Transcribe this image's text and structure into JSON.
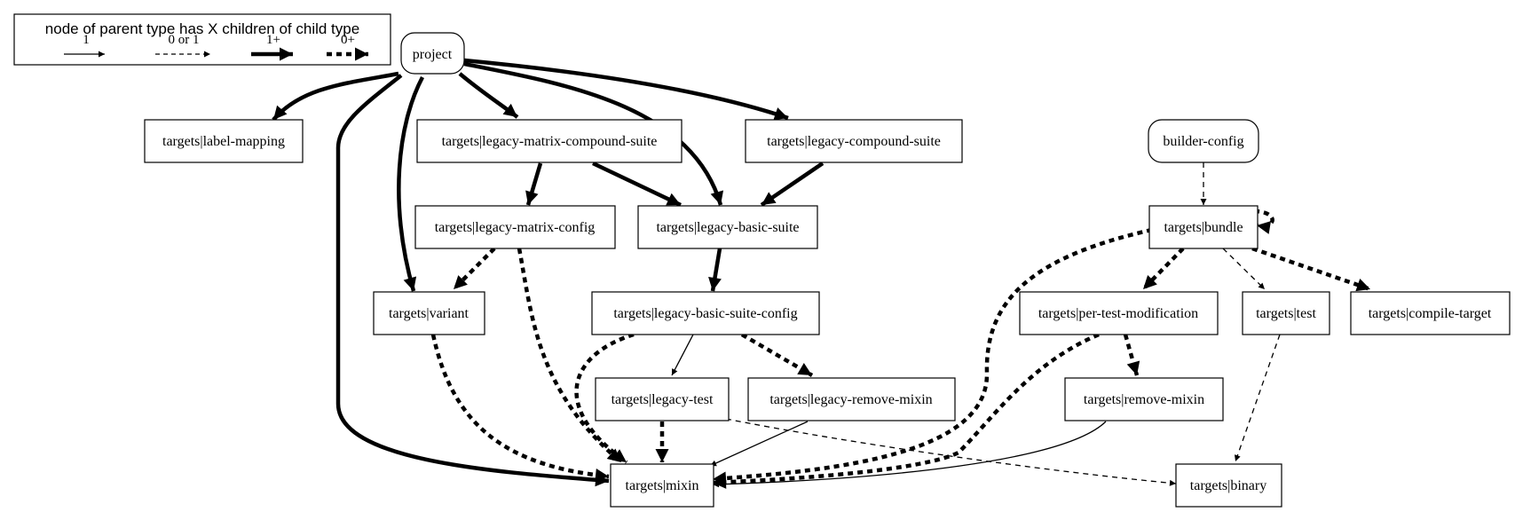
{
  "legend": {
    "title": "node of parent type has X children of child type",
    "items": [
      {
        "label": "1",
        "style": "thin"
      },
      {
        "label": "0 or 1",
        "style": "dashed"
      },
      {
        "label": "1+",
        "style": "bold"
      },
      {
        "label": "0+",
        "style": "bold-dashed"
      }
    ]
  },
  "nodes": [
    {
      "id": "project",
      "label": "project",
      "rounded": true
    },
    {
      "id": "label_mapping",
      "label": "targets|label-mapping"
    },
    {
      "id": "legacy_matrix_compound_suite",
      "label": "targets|legacy-matrix-compound-suite"
    },
    {
      "id": "legacy_compound_suite",
      "label": "targets|legacy-compound-suite"
    },
    {
      "id": "builder_config",
      "label": "builder-config",
      "rounded": true
    },
    {
      "id": "legacy_matrix_config",
      "label": "targets|legacy-matrix-config"
    },
    {
      "id": "legacy_basic_suite",
      "label": "targets|legacy-basic-suite"
    },
    {
      "id": "bundle",
      "label": "targets|bundle"
    },
    {
      "id": "variant",
      "label": "targets|variant"
    },
    {
      "id": "legacy_basic_suite_config",
      "label": "targets|legacy-basic-suite-config"
    },
    {
      "id": "per_test_modification",
      "label": "targets|per-test-modification"
    },
    {
      "id": "test",
      "label": "targets|test"
    },
    {
      "id": "compile_target",
      "label": "targets|compile-target"
    },
    {
      "id": "legacy_test",
      "label": "targets|legacy-test"
    },
    {
      "id": "legacy_remove_mixin",
      "label": "targets|legacy-remove-mixin"
    },
    {
      "id": "remove_mixin",
      "label": "targets|remove-mixin"
    },
    {
      "id": "mixin",
      "label": "targets|mixin"
    },
    {
      "id": "binary",
      "label": "targets|binary"
    }
  ],
  "edges": [
    {
      "from": "project",
      "to": "label_mapping",
      "style": "bold"
    },
    {
      "from": "project",
      "to": "legacy_matrix_compound_suite",
      "style": "bold"
    },
    {
      "from": "project",
      "to": "legacy_compound_suite",
      "style": "bold"
    },
    {
      "from": "project",
      "to": "legacy_basic_suite",
      "style": "bold"
    },
    {
      "from": "project",
      "to": "variant",
      "style": "bold"
    },
    {
      "from": "project",
      "to": "mixin",
      "style": "bold"
    },
    {
      "from": "legacy_matrix_compound_suite",
      "to": "legacy_matrix_config",
      "style": "bold"
    },
    {
      "from": "legacy_matrix_compound_suite",
      "to": "legacy_basic_suite",
      "style": "bold"
    },
    {
      "from": "legacy_compound_suite",
      "to": "legacy_basic_suite",
      "style": "bold"
    },
    {
      "from": "legacy_matrix_config",
      "to": "variant",
      "style": "bold-dashed"
    },
    {
      "from": "legacy_matrix_config",
      "to": "mixin",
      "style": "bold-dashed"
    },
    {
      "from": "legacy_basic_suite",
      "to": "legacy_basic_suite_config",
      "style": "bold"
    },
    {
      "from": "legacy_basic_suite_config",
      "to": "legacy_test",
      "style": "thin"
    },
    {
      "from": "legacy_basic_suite_config",
      "to": "legacy_remove_mixin",
      "style": "bold-dashed"
    },
    {
      "from": "legacy_basic_suite_config",
      "to": "mixin",
      "style": "bold-dashed"
    },
    {
      "from": "variant",
      "to": "mixin",
      "style": "bold-dashed"
    },
    {
      "from": "legacy_test",
      "to": "mixin",
      "style": "bold-dashed"
    },
    {
      "from": "legacy_test",
      "to": "binary",
      "style": "dashed"
    },
    {
      "from": "legacy_remove_mixin",
      "to": "mixin",
      "style": "thin"
    },
    {
      "from": "builder_config",
      "to": "bundle",
      "style": "dashed"
    },
    {
      "from": "bundle",
      "to": "bundle",
      "style": "bold-dashed"
    },
    {
      "from": "bundle",
      "to": "per_test_modification",
      "style": "bold-dashed"
    },
    {
      "from": "bundle",
      "to": "test",
      "style": "dashed"
    },
    {
      "from": "bundle",
      "to": "compile_target",
      "style": "bold-dashed"
    },
    {
      "from": "bundle",
      "to": "mixin",
      "style": "bold-dashed"
    },
    {
      "from": "per_test_modification",
      "to": "remove_mixin",
      "style": "bold-dashed"
    },
    {
      "from": "per_test_modification",
      "to": "mixin",
      "style": "bold-dashed"
    },
    {
      "from": "remove_mixin",
      "to": "mixin",
      "style": "thin"
    },
    {
      "from": "test",
      "to": "binary",
      "style": "dashed"
    }
  ]
}
